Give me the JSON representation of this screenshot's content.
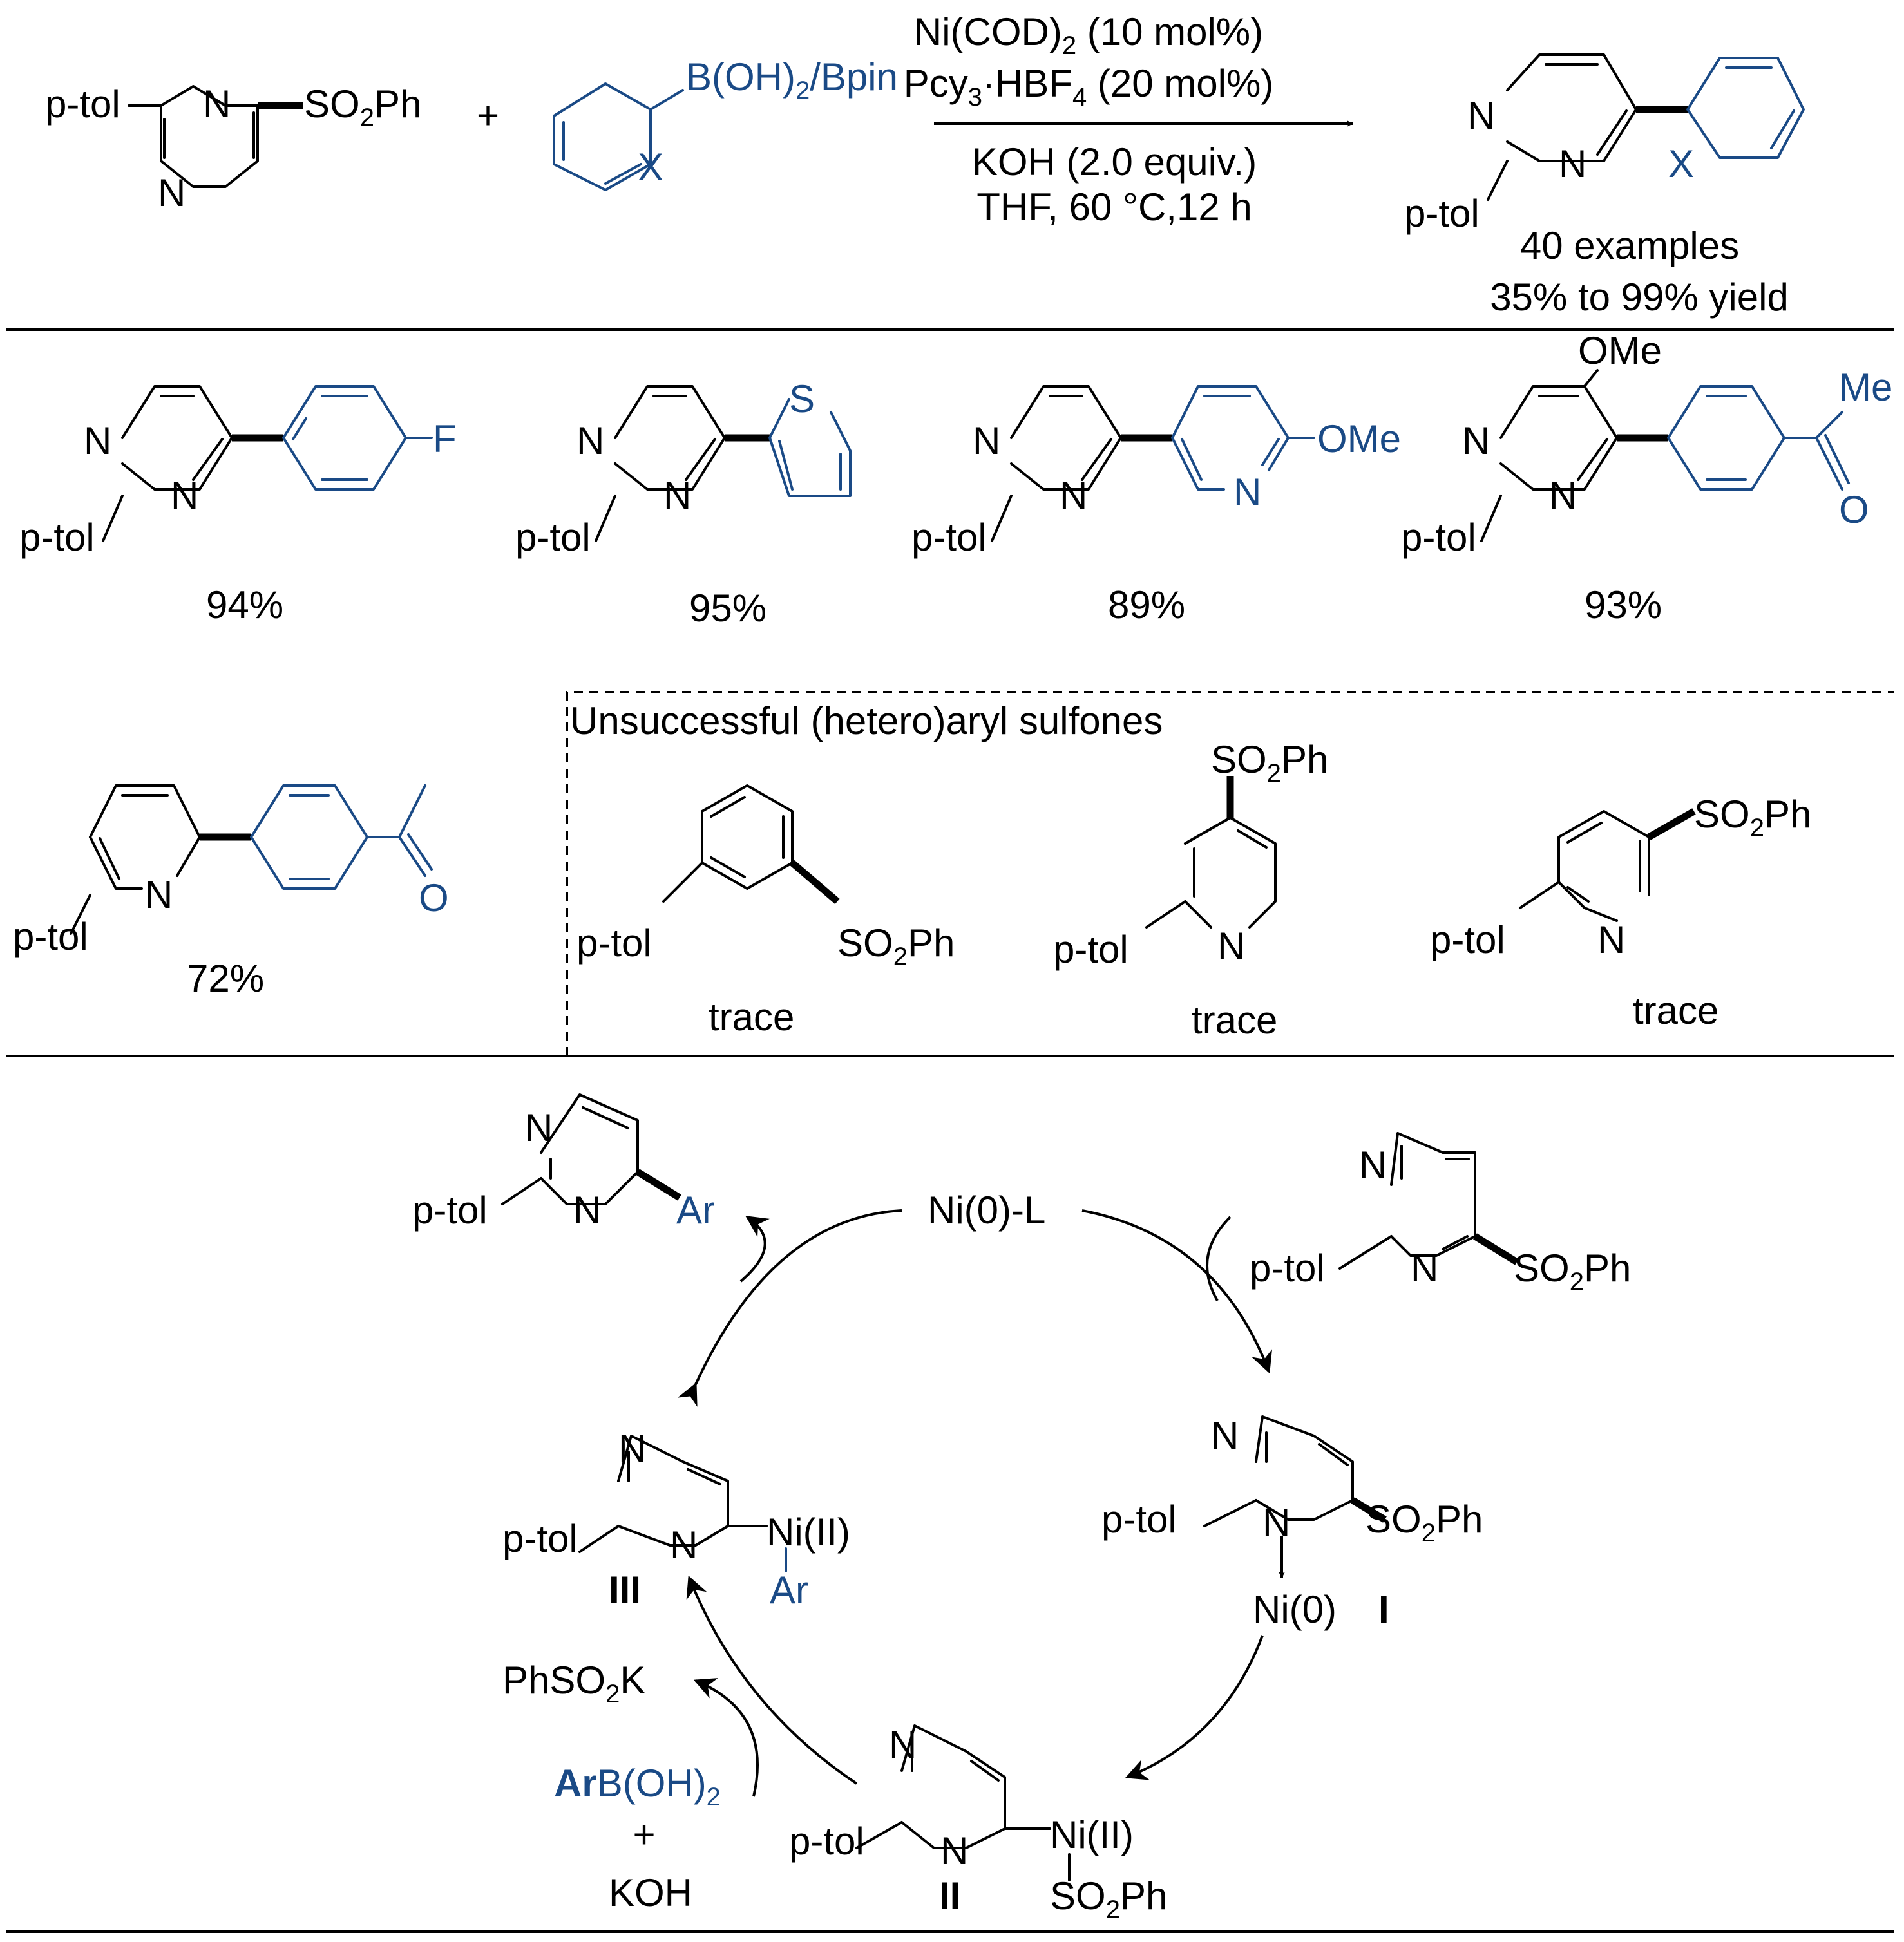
{
  "reaction": {
    "ptol": "p-tol",
    "substrate_N_a": "N",
    "substrate_N_b": "N",
    "substrate_sulfonyl": "SO",
    "substrate_sub2": "2",
    "substrate_ph": "Ph",
    "plus": "+",
    "boron_reagent": "B(OH)",
    "boron_sub2": "2",
    "boron_rest": "/Bpin",
    "ring_X": "X",
    "catalyst": "Ni(COD)",
    "catalyst_sub": "2",
    "catalyst_rest": " (10 mol%)",
    "ligand": "Pcy",
    "ligand_sub3": "3",
    "ligand_mid": "·HBF",
    "ligand_sub4": "4",
    "ligand_rest": " (20 mol%)",
    "base": "KOH (2.0 equiv.)",
    "solvent": "THF, 60 °C,12 h",
    "product_N_a": "N",
    "product_N_b": "N",
    "product_X": "X",
    "product_ptol": "p-tol",
    "examples": "40 examples",
    "yield_range": "35% to 99% yield"
  },
  "examples": [
    {
      "ptol": "p-tol",
      "n1": "N",
      "n2": "N",
      "sub": "F",
      "yield": "94%"
    },
    {
      "ptol": "p-tol",
      "n1": "N",
      "n2": "N",
      "sub": "S",
      "yield": "95%"
    },
    {
      "ptol": "p-tol",
      "n1": "N",
      "n2": "N",
      "n3": "N",
      "sub": "OMe",
      "yield": "89%"
    },
    {
      "ptol": "p-tol",
      "n1": "N",
      "n2": "N",
      "ome": "OMe",
      "me": "Me",
      "o": "O",
      "yield": "93%"
    },
    {
      "ptol": "p-tol",
      "n1": "N",
      "o": "O",
      "yield": "72%"
    }
  ],
  "unsuccessful": {
    "title": "Unsuccessful (hetero)aryl sulfones",
    "items": [
      {
        "ptol": "p-tol",
        "so2": "SO",
        "sub": "2",
        "ph": "Ph",
        "result": "trace"
      },
      {
        "ptol": "p-tol",
        "n": "N",
        "so2": "SO",
        "sub": "2",
        "ph": "Ph",
        "result": "trace"
      },
      {
        "ptol": "p-tol",
        "n": "N",
        "so2": "SO",
        "sub": "2",
        "ph": "Ph",
        "result": "trace"
      }
    ]
  },
  "cycle": {
    "catalyst": "Ni(0)-L",
    "product_ptol": "p-tol",
    "product_n1": "N",
    "product_n2": "N",
    "product_ar": "Ar",
    "substrate_ptol": "p-tol",
    "substrate_n1": "N",
    "substrate_n2": "N",
    "substrate_so2": "SO",
    "substrate_sub": "2",
    "substrate_ph": "Ph",
    "I": {
      "ptol": "p-tol",
      "n1": "N",
      "n2": "N",
      "so2": "SO",
      "sub": "2",
      "ph": "Ph",
      "ni": "Ni(0)",
      "label": "I"
    },
    "II": {
      "ptol": "p-tol",
      "n1": "N",
      "n2": "N",
      "ni": "Ni(II)",
      "so2": "SO",
      "sub": "2",
      "ph": "Ph",
      "label": "II"
    },
    "III": {
      "ptol": "p-tol",
      "n1": "N",
      "n2": "N",
      "ni": "Ni(II)",
      "ar": "Ar",
      "label": "III"
    },
    "byproduct": "PhSO",
    "byproduct_sub": "2",
    "byproduct_k": "K",
    "reagent_ar": "Ar",
    "reagent_b": "B(OH)",
    "reagent_sub": "2",
    "reagent_plus": "+",
    "reagent_koh": "KOH"
  },
  "colors": {
    "accent": "#1a4a86",
    "text": "#000000"
  }
}
